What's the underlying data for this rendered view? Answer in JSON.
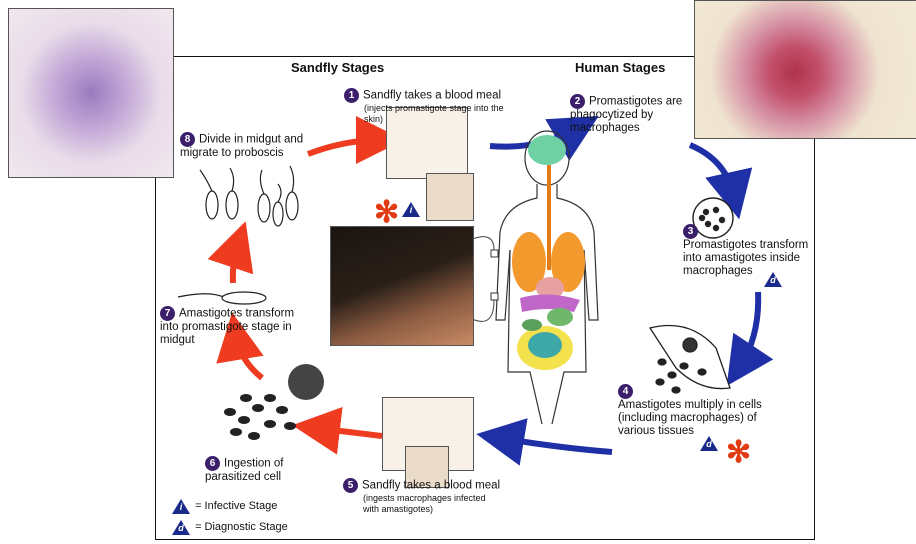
{
  "titles": {
    "sandfly": "Sandfly Stages",
    "human": "Human Stages"
  },
  "steps": [
    {
      "num": "1",
      "text": "Sandfly takes a blood meal",
      "sub": "(injects promastigote stage into the skin)"
    },
    {
      "num": "2",
      "text": "Promastigotes are phagocytized by macrophages",
      "sub": ""
    },
    {
      "num": "3",
      "text": "Promastigotes transform into amastigotes inside macrophages",
      "sub": ""
    },
    {
      "num": "4",
      "text": "Amastigotes multiply in cells (including macrophages) of various tissues",
      "sub": ""
    },
    {
      "num": "5",
      "text": "Sandfly takes a blood meal",
      "sub": "(ingests macrophages infected with amastigotes)"
    },
    {
      "num": "6",
      "text": "Ingestion of parasitized cell",
      "sub": ""
    },
    {
      "num": "7",
      "text": "Amastigotes transform into promastigote stage in midgut",
      "sub": ""
    },
    {
      "num": "8",
      "text": "Divide in midgut and migrate to proboscis",
      "sub": ""
    }
  ],
  "legend": {
    "infective_letter": "i",
    "infective_label": "= Infective Stage",
    "diagnostic_letter": "d",
    "diagnostic_label": "= Diagnostic Stage"
  },
  "marks": {
    "asterisk": "✻",
    "i": "i",
    "d": "d"
  },
  "colors": {
    "sandfly_arrow": "#ef3b1f",
    "human_arrow": "#1f2fa6",
    "step_badge": "#3b1f6b",
    "triangle": "#1a2a8a",
    "asterisk": "#e23a12"
  }
}
